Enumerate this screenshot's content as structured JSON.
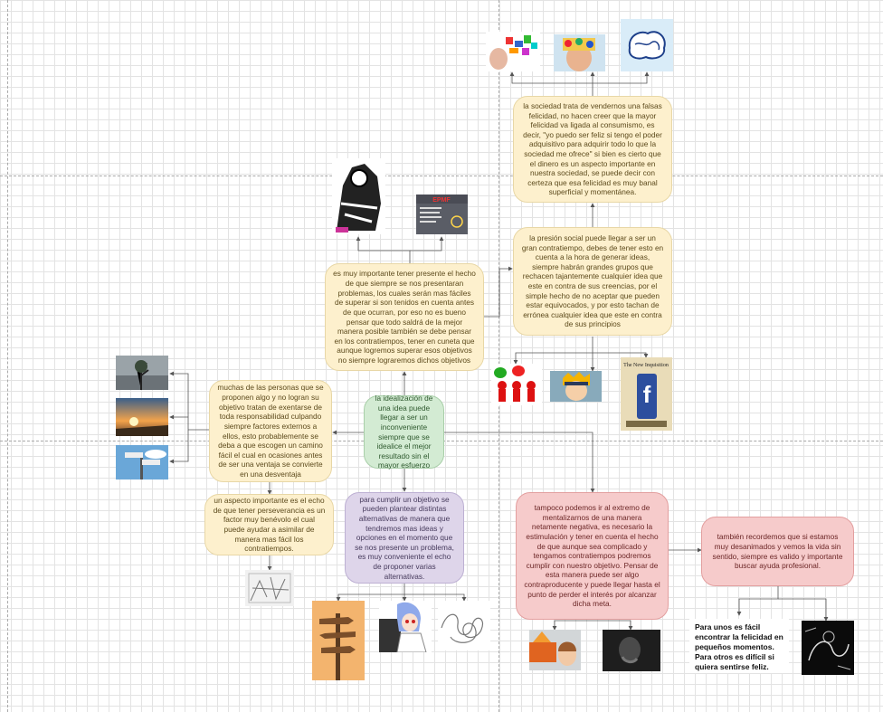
{
  "canvas": {
    "grid_color": "#e3e3e3",
    "page_break_color": "#a9a9a9"
  },
  "nodes": {
    "sociedad": "la sociedad trata de vendernos una falsas felicidad, no hacen creer que la mayor felicidad va ligada al consumismo, es decir, \"yo puedo ser feliz si tengo el poder adquisitivo para adquirir todo lo que la sociedad me ofrece\" si bien es cierto que el dinero es un aspecto importante en nuestra sociedad, se puede decir con certeza que esa felicidad es muy banal superficial y momentánea.",
    "presion": "la presión social puede llegar a ser un gran contratiempo, debes de tener esto en cuenta a la hora de generar ideas, siempre habrán grandes grupos que rechacen tajantemente cualquier idea que este en contra de sus creencias, por el simple hecho de no aceptar que pueden estar equivocados, y por esto tachan de errónea cualquier idea que este en contra de sus principios",
    "importante": "es muy importante tener presente el hecho de que siempre se nos presentaran  problemas, los cuales serán mas fáciles de superar si son tenidos en cuenta antes de que ocurran, por eso no es bueno pensar que todo saldrá de la mejor manera posible también se debe pensar en los contratiempos, tener en cuneta que aunque logremos superar esos objetivos no siempre lograremos dichos objetivos",
    "muchas": "muchas de las personas que se proponen algo y no logran su objetivo tratan de exentarse de toda responsabilidad culpando siempre factores externos a ellos, esto probablemente se deba a que escogen un camino fácil el cual  en ocasiones antes de ser una ventaja se convierte en una desventaja",
    "central": "la idealización de una idea puede llegar a ser un inconveniente siempre que se idealice el mejor resultado sin el mayor esfuerzo",
    "perseverancia": "un aspecto importante es el echo de que tener perseverancia es un factor muy benévolo el cual puede ayudar a asimilar de manera mas fácil los contratiempos.",
    "alternativas": "para cumplir un objetivo se pueden plantear distintas alternativas de manera que tendremos mas ideas y opciones en el momento que se nos presente un problema, es muy conveniente el echo de proponer varias alternativas.",
    "extremo": "tampoco  podemos ir al extremo de mentalizarnos de una manera netamente negativa, es necesario la estimulación y tener en cuenta el hecho de que aunque sea complicado y tengamos contratiempos podremos cumplir con nuestro objetivo. Pensar de esta manera puede ser algo contraproducente y puede llegar hasta el punto de perder el interés por alcanzar dicha meta.",
    "ayuda": "también recordemos que si estamos muy desanimados y vemos la vida sin sentido, siempre es valido y importante buscar ayuda profesional.",
    "facil_note": "Para unos es fácil encontrar la felicidad en pequeños momentos. Para otros es difícil si quiera sentirse feliz."
  },
  "image_text": {
    "epmf_title": "EPMF",
    "inquisition_title": "The New Inquisition"
  },
  "colors": {
    "yellow_fill": "#fdf0cd",
    "green_fill": "#d3ebd3",
    "purple_fill": "#ded5ea",
    "pink_fill": "#f6cbcb",
    "connector": "#555555"
  }
}
